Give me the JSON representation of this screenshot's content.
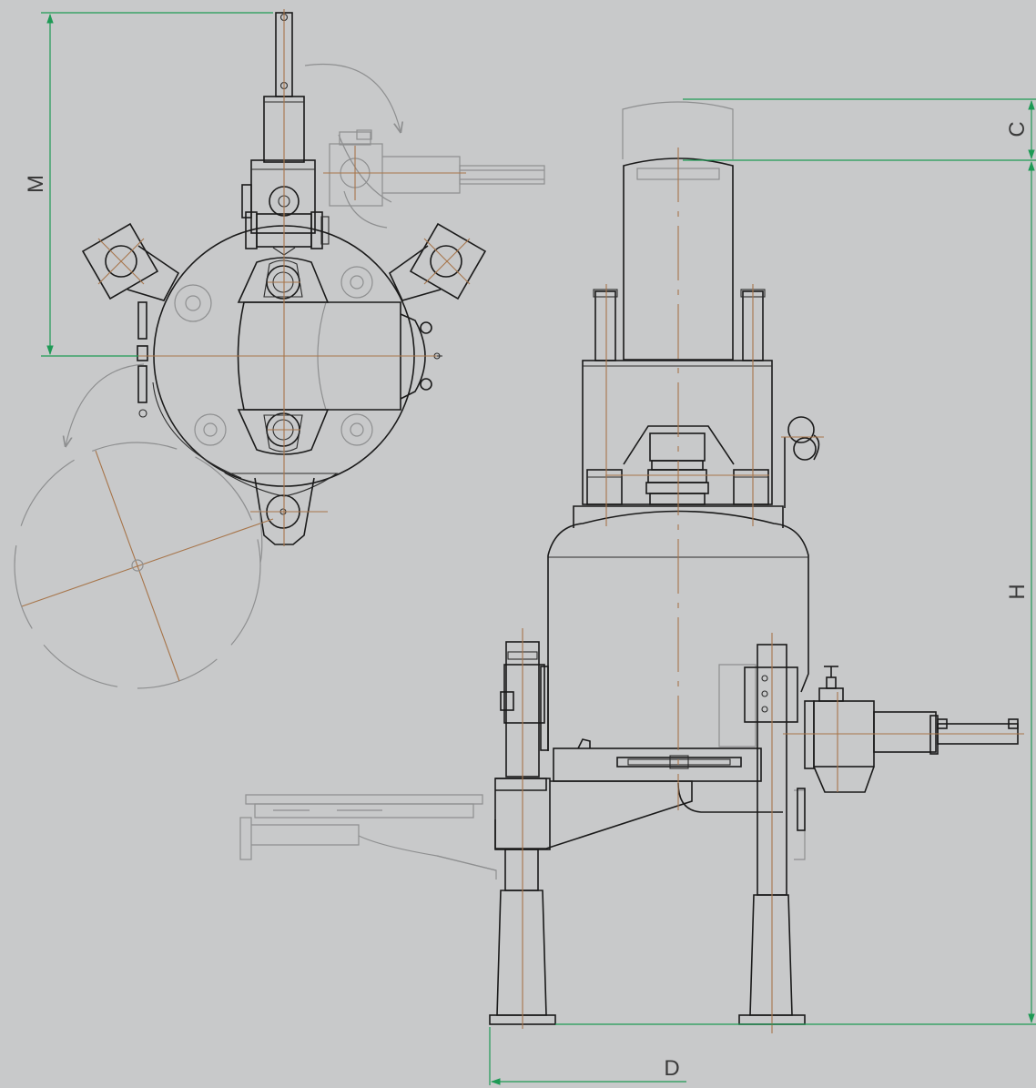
{
  "dimensions": {
    "m": "M",
    "c": "C",
    "h": "H",
    "d": "D"
  },
  "colors": {
    "background": "#c8c9ca",
    "outline": "#1a1a1a",
    "ghost": "#8e8f90",
    "centerline": "#a7754a",
    "dimension": "#1e9a55"
  }
}
